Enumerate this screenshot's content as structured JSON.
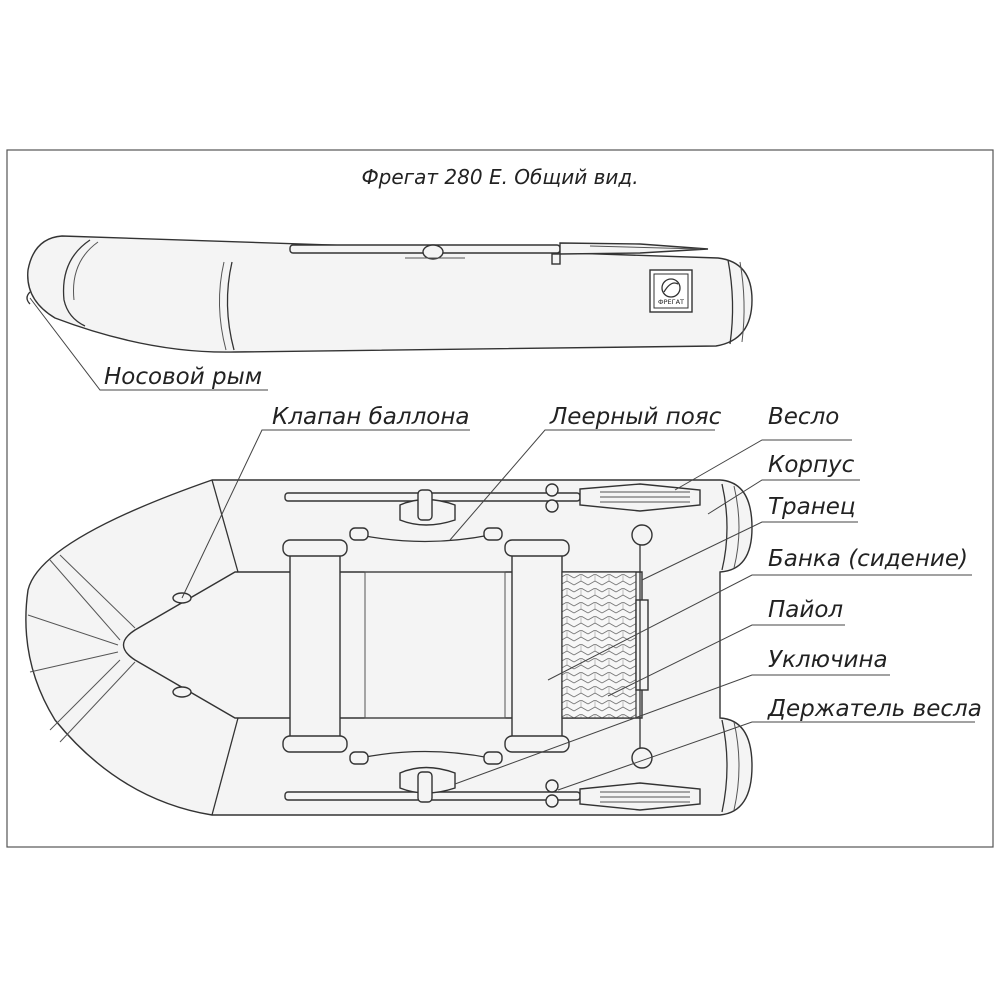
{
  "title": "Фрегат 280 Е. Общий вид.",
  "logo_text": "ФРЕГАТ",
  "labels": {
    "bow_rope": "Носовой рым",
    "valve": "Клапан баллона",
    "lifeline": "Леерный пояс",
    "oar": "Весло",
    "hull": "Корпус",
    "transom": "Транец",
    "seat": "Банка (сидение)",
    "floor": "Пайол",
    "oarlock": "Уключина",
    "oar_holder": "Держатель весла"
  }
}
